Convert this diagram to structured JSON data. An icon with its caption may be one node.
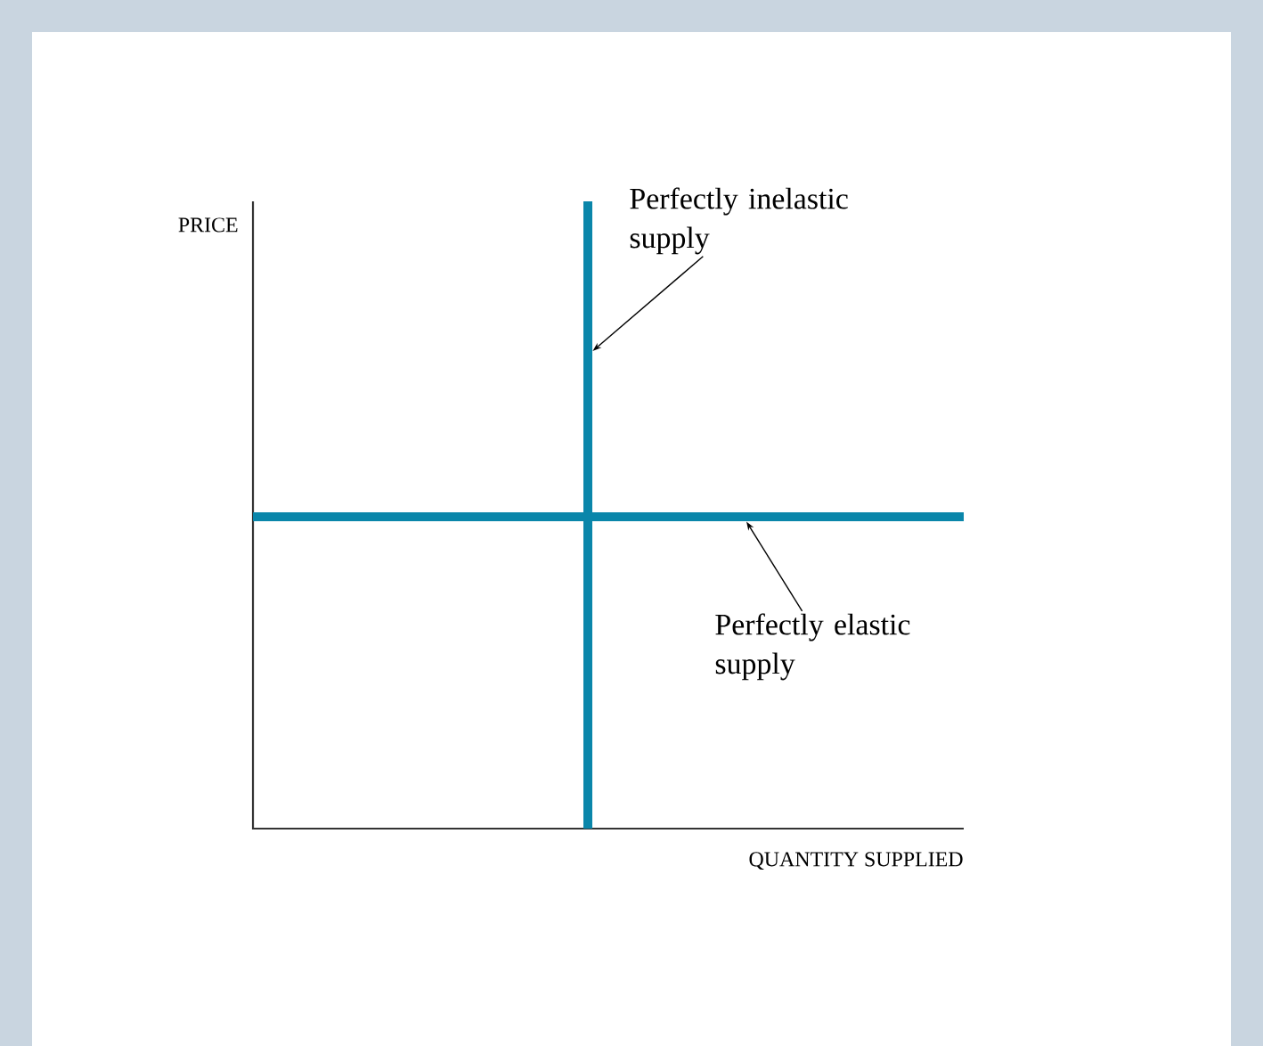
{
  "diagram": {
    "nodes": [
      {
        "text": [
          "Perfectly inelastic supply"
        ]
      },
      {
        "text": [],
        "shape": "line"
      },
      {
        "text": [
          "Perfectly elastic supply"
        ]
      },
      {
        "text": [],
        "shape": "line"
      }
    ],
    "edges": [
      {
        "from": 0,
        "to": 1,
        "arrow": "to"
      },
      {
        "from": 2,
        "to": 3,
        "arrow": "to"
      }
    ],
    "labels": [
      "PRICE",
      "QUANTITY SUPPLIED"
    ]
  }
}
